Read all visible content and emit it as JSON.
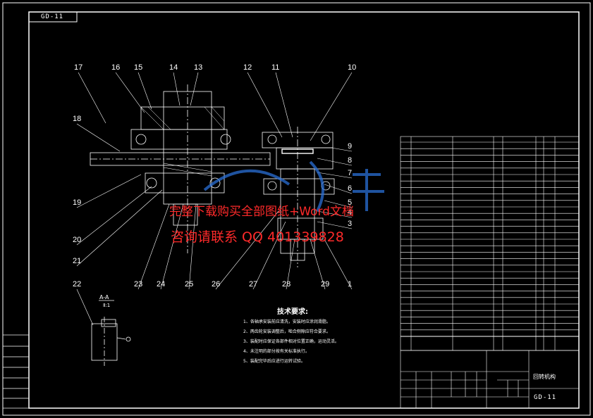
{
  "drawing": {
    "tag": "GD-11",
    "title_block_name": "回转机构",
    "title_block_code": "GD-11",
    "section_label": "A-A",
    "section_scale": "Ⅱ:1"
  },
  "callouts": [
    "17",
    "16",
    "15",
    "14",
    "13",
    "12",
    "11",
    "10",
    "18",
    "9",
    "8",
    "7",
    "6",
    "5",
    "19",
    "4",
    "3",
    "20",
    "21",
    "22",
    "23",
    "24",
    "25",
    "26",
    "27",
    "28",
    "29",
    "1"
  ],
  "technical_requirements": {
    "title": "技术要求:",
    "notes": [
      "1、各轴承安装前应清洗，安装时应涂润滑脂。",
      "2、两齿轮安装调整后，啮合侧隙应符合要求。",
      "3、装配时应保证各部件相对位置正确，运动灵活。",
      "4、未注明的部分按有关标准执行。",
      "5、装配完毕后应进行运转试验。"
    ]
  },
  "watermark": {
    "line1": "完整下载购买全部图纸+Word文档",
    "line2": "咨询请联系 QQ 401339828",
    "color": "#ff2a2a"
  },
  "colors": {
    "background": "#000000",
    "lines": "#ffffff",
    "watermark": "#ff2a2a",
    "logo": "#2a6fd6"
  }
}
